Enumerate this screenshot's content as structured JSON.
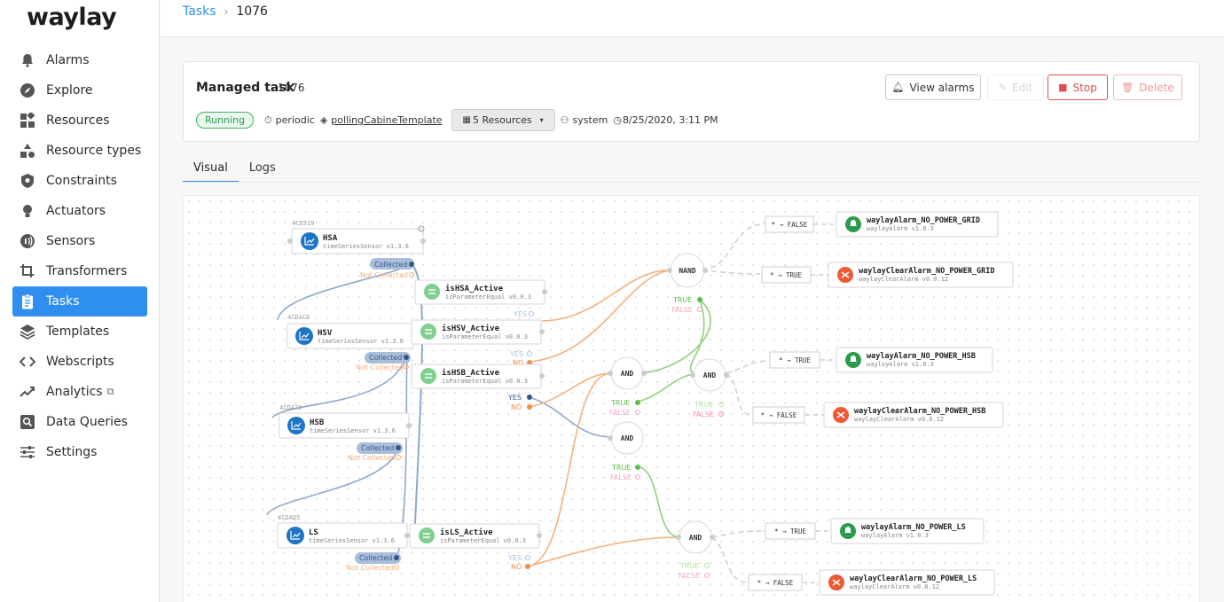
{
  "app": {
    "logo": "waylay"
  },
  "sidebar": {
    "items": [
      {
        "label": "Alarms",
        "icon": "bell-icon"
      },
      {
        "label": "Explore",
        "icon": "compass-icon"
      },
      {
        "label": "Resources",
        "icon": "resources-icon"
      },
      {
        "label": "Resource types",
        "icon": "shapes-icon"
      },
      {
        "label": "Constraints",
        "icon": "shield-icon"
      },
      {
        "label": "Actuators",
        "icon": "bulb-icon"
      },
      {
        "label": "Sensors",
        "icon": "sensor-icon"
      },
      {
        "label": "Transformers",
        "icon": "crop-icon"
      },
      {
        "label": "Tasks",
        "icon": "clipboard-icon",
        "active": true
      },
      {
        "label": "Templates",
        "icon": "layers-icon"
      },
      {
        "label": "Webscripts",
        "icon": "code-icon"
      },
      {
        "label": "Analytics",
        "icon": "trend-icon",
        "external": "⧉"
      },
      {
        "label": "Data Queries",
        "icon": "search-box-icon"
      },
      {
        "label": "Settings",
        "icon": "sliders-icon"
      }
    ]
  },
  "breadcrumb": {
    "parent": "Tasks",
    "separator": "›",
    "current": "1076"
  },
  "task": {
    "title": "Managed task",
    "id": "1076",
    "status": "Running",
    "type": "periodic",
    "template": "pollingCabineTemplate",
    "resources": "5 Resources",
    "user": "system",
    "created": "8/25/2020, 3:11 PM"
  },
  "actions": {
    "view_alarms": "View alarms",
    "edit": "Edit",
    "stop": "Stop",
    "delete": "Delete"
  },
  "tabs": [
    {
      "label": "Visual",
      "active": true
    },
    {
      "label": "Logs"
    }
  ],
  "graph": {
    "sensors": [
      {
        "tag": "4CD519",
        "name": "HSA",
        "type": "timeSeriesSensor v1.3.6"
      },
      {
        "tag": "4CDAC6",
        "name": "HSV",
        "type": "timeSeriesSensor v1.3.6"
      },
      {
        "tag": "4CDA70",
        "name": "HSB",
        "type": "timeSeriesSensor v1.3.6"
      },
      {
        "tag": "4CDAD5",
        "name": "LS",
        "type": "timeSeriesSensor v1.3.6"
      }
    ],
    "params": [
      {
        "name": "isHSA_Active",
        "type": "isParameterEqual v0.0.3"
      },
      {
        "name": "isHSV_Active",
        "type": "isParameterEqual v0.0.3"
      },
      {
        "name": "isHSB_Active",
        "type": "isParameterEqual v0.0.3"
      },
      {
        "name": "isLS_Active",
        "type": "isParameterEqual v0.0.3"
      }
    ],
    "gates": {
      "nand": "NAND",
      "and": "AND"
    },
    "states": {
      "collected": "Collected",
      "not_collected": "Not Collected",
      "yes": "YES",
      "no": "NO",
      "true": "TRUE",
      "false": "FALSE"
    },
    "conditions": {
      "to_false": "* → FALSE",
      "to_true": "* → TRUE"
    },
    "actuators": [
      {
        "name": "waylayAlarm_NO_POWER_GRID",
        "type": "waylayAlarm v1.0.3",
        "kind": "alarm"
      },
      {
        "name": "waylayClearAlarm_NO_POWER_GRID",
        "type": "waylayClearAlarm v0.0.12",
        "kind": "clear"
      },
      {
        "name": "waylayAlarm_NO_POWER_HSB",
        "type": "waylayAlarm v1.0.3",
        "kind": "alarm"
      },
      {
        "name": "waylayClearAlarm_NO_POWER_HSB",
        "type": "waylayClearAlarm v0.0.12",
        "kind": "clear"
      },
      {
        "name": "waylayAlarm_NO_POWER_LS",
        "type": "waylayAlarm v1.0.3",
        "kind": "alarm"
      },
      {
        "name": "waylayClearAlarm_NO_POWER_LS",
        "type": "waylayClearAlarm v0.0.12",
        "kind": "clear"
      }
    ]
  },
  "colors": {
    "primary": "#2f8ff0",
    "running": "#3fb062",
    "stop": "#e24c4c",
    "sensor": "#1e74c5",
    "param": "#7fcf8e",
    "alarm": "#2c9b4e",
    "clear": "#ee5a35",
    "edge_orange": "#f4b07c",
    "edge_green": "#8fd17a",
    "edge_blue": "#8da8cc"
  }
}
